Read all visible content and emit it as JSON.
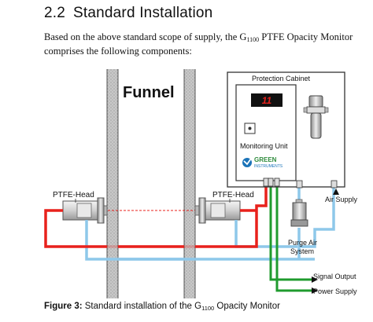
{
  "section": {
    "number": "2.2",
    "title": "Standard Installation"
  },
  "intro": {
    "before_sub": "Based on the above standard scope of supply, the G",
    "sub": "1100",
    "after_sub": " PTFE Opacity Monitor",
    "line2": "comprises the following components:"
  },
  "diagram": {
    "funnel": "Funnel",
    "protection_cabinet": "Protection Cabinet",
    "display_value": "11",
    "monitoring_unit": "Monitoring Unit",
    "logo_line1": "GREEN",
    "logo_line2": "INSTRUMENTS",
    "ptfe_head_left": "PTFE-Head",
    "ptfe_head_right": "PTFE-Head",
    "air_supply": "Air Supply",
    "purge_air_1": "Purge  Air",
    "purge_air_2": "System",
    "signal_output": "Signal Output",
    "power_supply": "Power Supply",
    "colors": {
      "red": "#e8211c",
      "blue": "#8ec8ea",
      "green": "#1f9b2e",
      "display_bg": "#111111",
      "display_fg": "#e8211c",
      "logo_green": "#2e8b3c",
      "logo_blue": "#1b73b8"
    }
  },
  "figure": {
    "label": "Figure 3:",
    "caption_before": " Standard installation of the G",
    "caption_sub": "1100",
    "caption_after": " Opacity Monitor"
  }
}
